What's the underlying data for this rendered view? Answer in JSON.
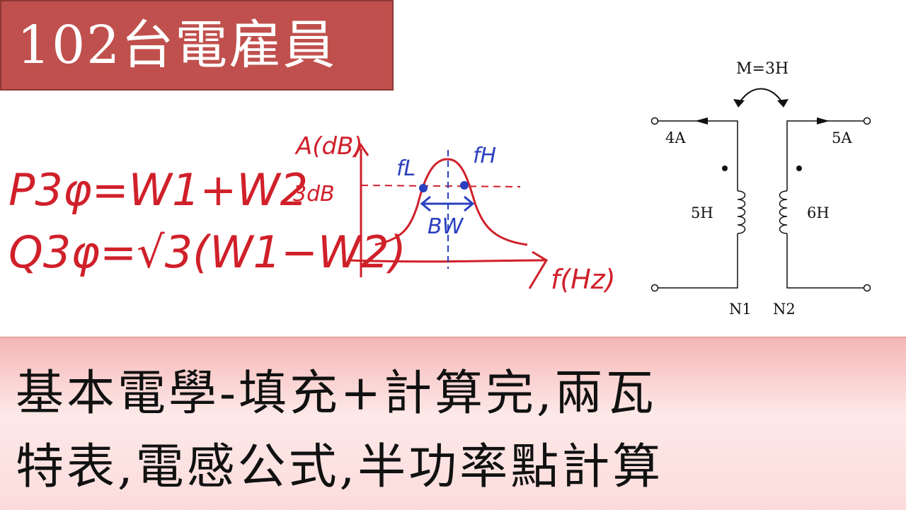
{
  "title": "102台電雇員",
  "formulas": {
    "p_line": "P3φ=W1+W2",
    "q_line": "Q3φ=√3(W1−W2)"
  },
  "graph": {
    "y_axis_label": "A(dB)",
    "level_label": "3dB",
    "x_axis_label": "f(Hz)",
    "fl_label": "fL",
    "fh_label": "fH",
    "bw_label": "BW"
  },
  "circuit": {
    "mutual_label": "M=3H",
    "left_current": "4A",
    "right_current": "5A",
    "left_inductance": "5H",
    "right_inductance": "6H",
    "n1_label": "N1",
    "n2_label": "N2"
  },
  "bottom": {
    "line1": "基本電學-填充+計算完,兩瓦",
    "line2": "特表,電感公式,半功率點計算"
  },
  "colors": {
    "banner": "#c0504d",
    "ink_red": "#d0202a",
    "ink_blue": "#2a3fbf"
  }
}
